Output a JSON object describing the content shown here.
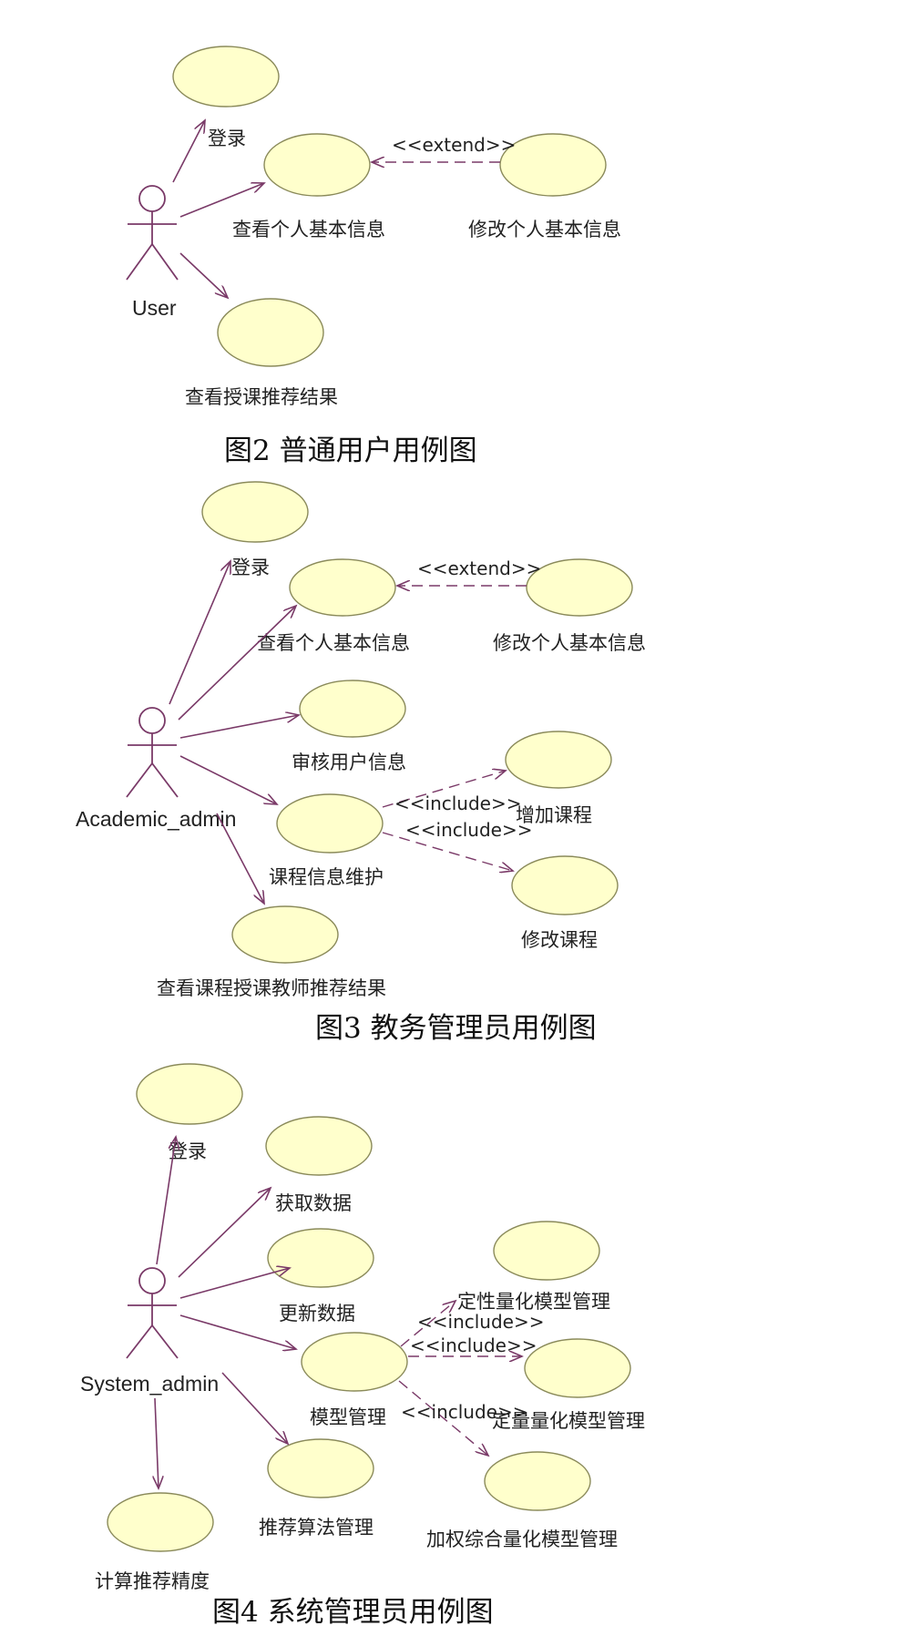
{
  "diagram2": {
    "actor": "User",
    "uc_login": "登录",
    "uc_view_info": "查看个人基本信息",
    "uc_modify_info": "修改个人基本信息",
    "uc_view_result": "查看授课推荐结果",
    "extend": "<<extend>>",
    "caption": "图2   普通用户用例图"
  },
  "diagram3": {
    "actor": "Academic_admin",
    "uc_login": "登录",
    "uc_view_info": "查看个人基本信息",
    "uc_modify_info": "修改个人基本信息",
    "uc_audit_user": "审核用户信息",
    "uc_course_maint": "课程信息维护",
    "uc_add_course": "增加课程",
    "uc_modify_course": "修改课程",
    "uc_view_teacher_result": "查看课程授课教师推荐结果",
    "extend": "<<extend>>",
    "include_1": "<<include>>",
    "include_2": "<<include>>",
    "caption": "图3   教务管理员用例图"
  },
  "diagram4": {
    "actor": "System_admin",
    "uc_login": "登录",
    "uc_get_data": "获取数据",
    "uc_update_data": "更新数据",
    "uc_model_mgmt": "模型管理",
    "uc_algo_mgmt": "推荐算法管理",
    "uc_calc_precision": "计算推荐精度",
    "uc_qualitative": "定性量化模型管理",
    "uc_quantitative": "定量量化模型管理",
    "uc_weighted": "加权综合量化模型管理",
    "include_1": "<<include>>",
    "include_2": "<<include>>",
    "include_3": "<<include>>",
    "caption": "图4   系统管理员用例图"
  }
}
